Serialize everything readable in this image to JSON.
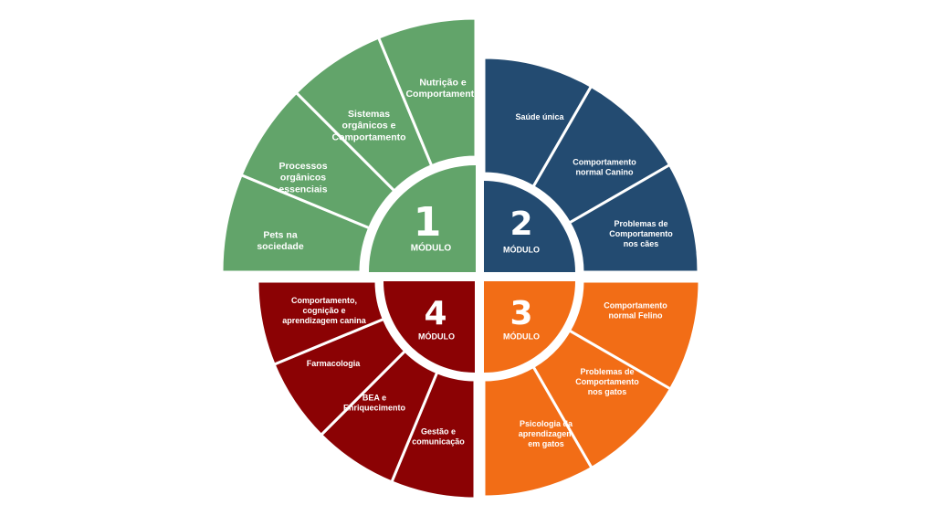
{
  "modules": [
    {
      "number": "1",
      "word": "MÓDULO",
      "color": "#62a46a",
      "segments": [
        {
          "lines": [
            "Pets na",
            "sociedade"
          ]
        },
        {
          "lines": [
            "Processos",
            "orgânicos",
            "essenciais"
          ]
        },
        {
          "lines": [
            "Sistemas",
            "orgânicos e",
            "Comportamento"
          ]
        },
        {
          "lines": [
            "Nutrição e",
            "Comportamento"
          ]
        }
      ]
    },
    {
      "number": "2",
      "word": "MÓDULO",
      "color": "#234b71",
      "segments": [
        {
          "lines": [
            "Saúde única"
          ]
        },
        {
          "lines": [
            "Comportamento",
            "normal Canino"
          ]
        },
        {
          "lines": [
            "Problemas de",
            "Comportamento",
            "nos cães"
          ]
        }
      ]
    },
    {
      "number": "3",
      "word": "MÓDULO",
      "color": "#f26d16",
      "segments": [
        {
          "lines": [
            "Comportamento",
            "normal Felino"
          ]
        },
        {
          "lines": [
            "Problemas de",
            "Comportamento",
            "nos gatos"
          ]
        },
        {
          "lines": [
            "Psicologia da",
            "aprendizagem",
            "em gatos"
          ]
        }
      ]
    },
    {
      "number": "4",
      "word": "MÓDULO",
      "color": "#8b0204",
      "segments": [
        {
          "lines": [
            "Gestão e",
            "comunicação"
          ]
        },
        {
          "lines": [
            "BEA e",
            "Enriquecimento"
          ]
        },
        {
          "lines": [
            "Farmacologia"
          ]
        },
        {
          "lines": [
            "Comportamento,",
            "cognição e",
            "aprendizagem canina"
          ]
        }
      ]
    }
  ]
}
